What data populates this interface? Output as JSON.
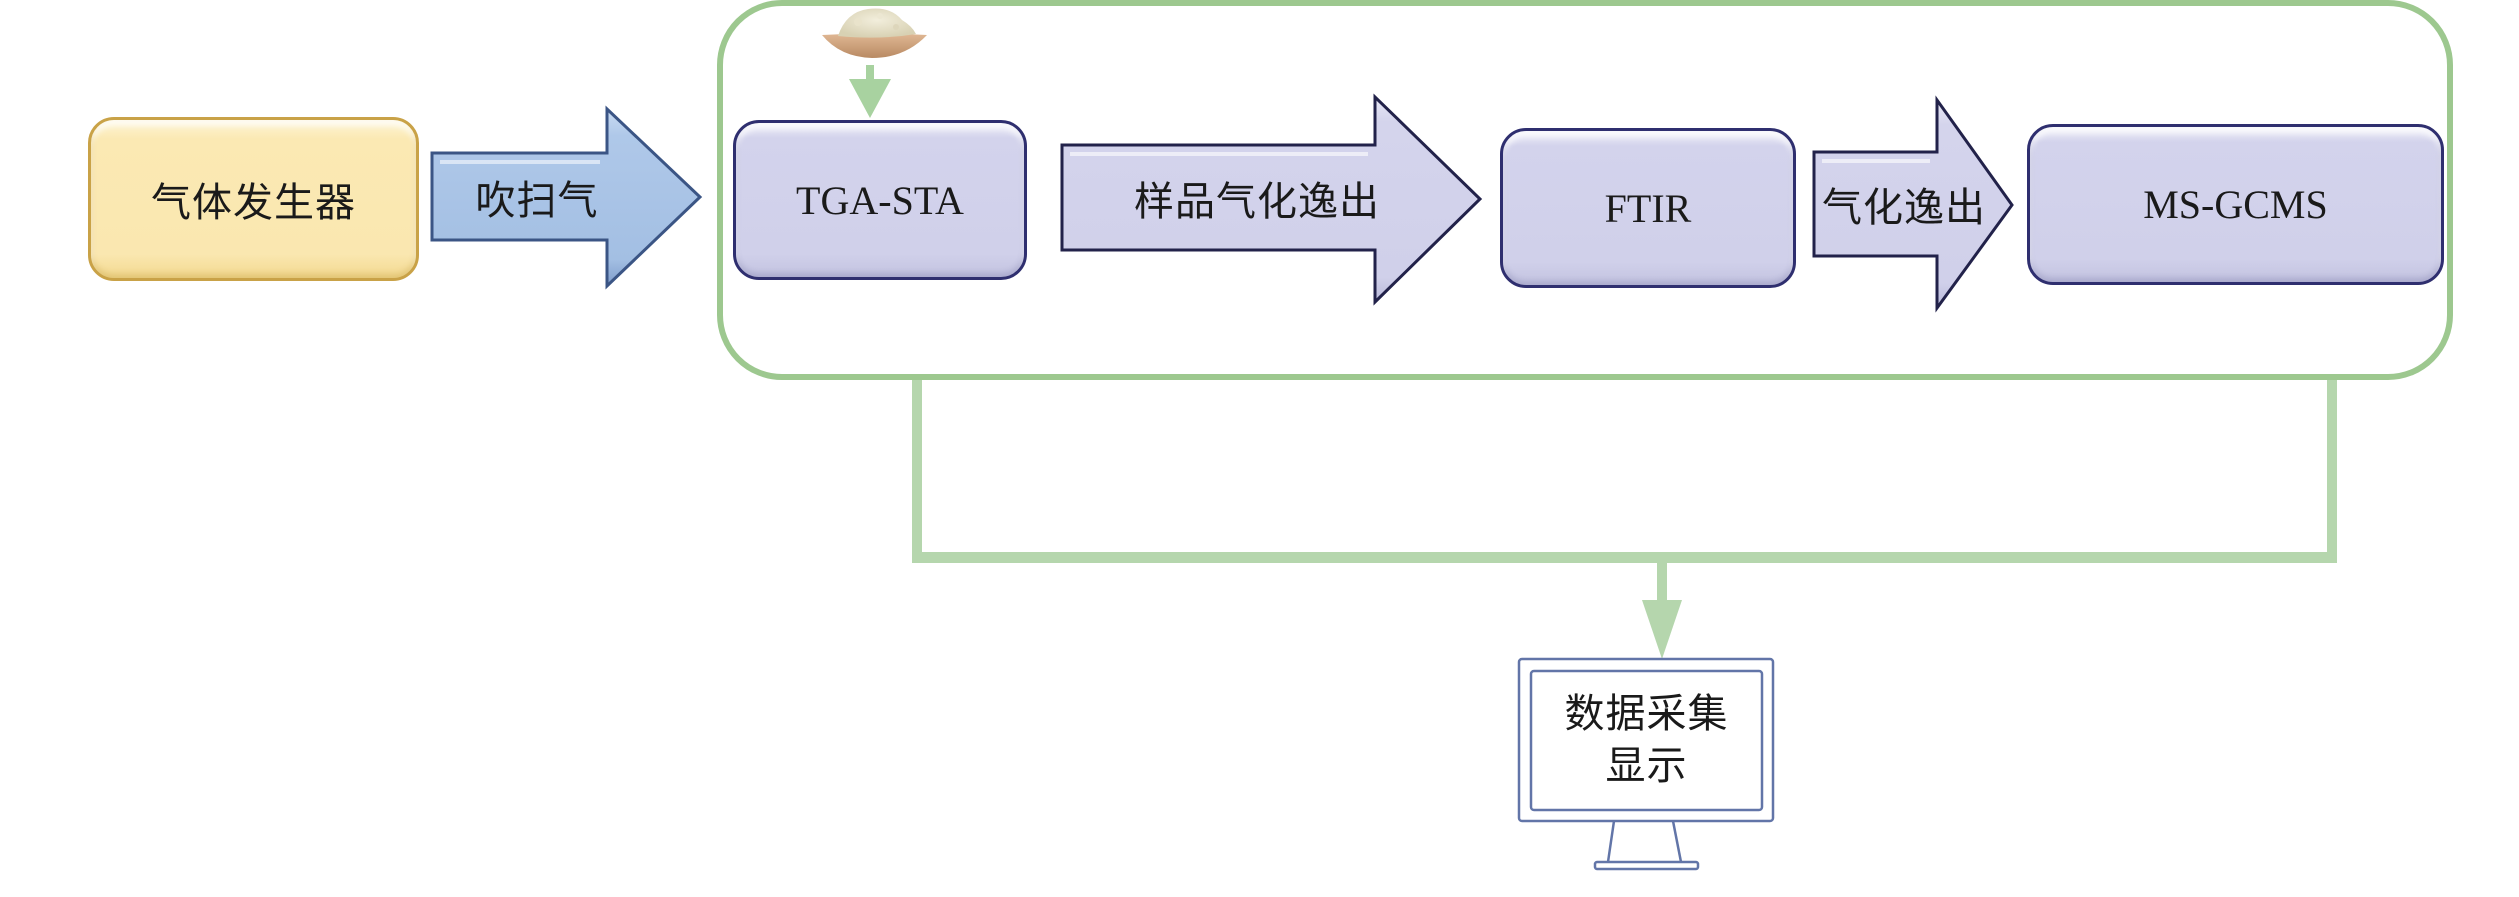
{
  "diagram": {
    "title": "TGA-STA / FTIR / MS-GCMS coupled analysis workflow",
    "nodes": {
      "gas_generator": "气体发生器",
      "tga_sta": "TGA-STA",
      "ftir": "FTIR",
      "ms_gcms": "MS-GCMS",
      "data_display_line1": "数据采集",
      "data_display_line2": "显示"
    },
    "arrows": {
      "purge_gas": "吹扫气",
      "sample_gasified_evolved": "样品气化逸出",
      "gasified_evolved": "气化逸出"
    },
    "icons": {
      "sample": "sample-powder-dish-icon",
      "monitor": "computer-monitor-icon"
    },
    "colors": {
      "container_green": "#9dc88f",
      "connector_green": "#b5d6ad",
      "generator_fill": "#fae7b0",
      "generator_border": "#c9a247",
      "purge_arrow_fill": "#a9c4e6",
      "purge_arrow_border": "#3b5585",
      "instrument_fill": "#d0d0ea",
      "instrument_border": "#2f2f6f",
      "monitor_stroke": "#6275a8"
    }
  }
}
